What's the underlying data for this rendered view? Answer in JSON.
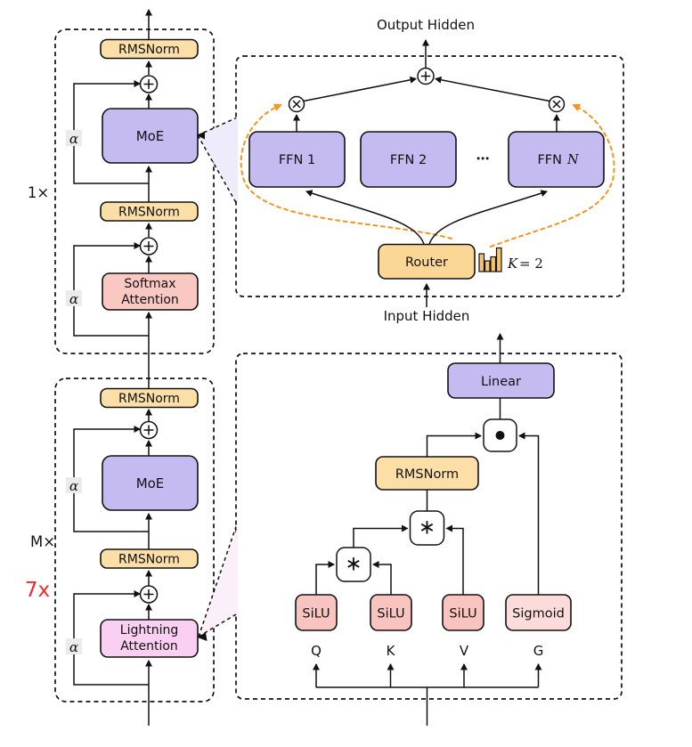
{
  "figure": {
    "output_hidden": "Output Hidden",
    "input_hidden": "Input Hidden"
  },
  "left_column": {
    "top_block": {
      "repeat": "1×",
      "norm_out": "RMSNorm",
      "moe": "MoE",
      "alpha_moe": "α",
      "norm_mid": "RMSNorm",
      "alpha_attn": "α",
      "attn_line1": "Softmax",
      "attn_line2": "Attention"
    },
    "bottom_block": {
      "repeat": "M×",
      "repeat_highlight": "7x",
      "norm_out": "RMSNorm",
      "moe": "MoE",
      "alpha_moe": "α",
      "norm_mid": "RMSNorm",
      "alpha_attn": "α",
      "attn_line1": "Lightning",
      "attn_line2": "Attention"
    }
  },
  "moe_panel": {
    "ffn1": "FFN 1",
    "ffn2": "FFN 2",
    "dots": "⋯",
    "ffn_n_prefix": "FFN",
    "ffn_n_var": "N",
    "router": "Router",
    "topk_var": "K",
    "topk_rest": "= 2"
  },
  "attention_panel": {
    "linear": "Linear",
    "norm": "RMSNorm",
    "mul_op": "∗",
    "silu": "SiLU",
    "sigmoid": "Sigmoid",
    "q": "Q",
    "k": "K",
    "v": "V",
    "g": "G"
  },
  "colors": {
    "block_bg": "#EBEBEB",
    "panel_moe": "#EEECFA",
    "panel_attention": "#FBEFF9",
    "purple_box": "#C6BBF1",
    "orange_box": "#FCDFA7",
    "router_box": "#FBD795",
    "salmon_box": "#F9C4BF",
    "softmax_pink": "#F9C8C3",
    "lightning_pink": "#F9CFF2",
    "sigmoid_pink": "#FBDCDA",
    "histogram_bar": "#F6C36F",
    "orange_dash": "#F7941D",
    "annotation_red": "#EE2B2C"
  }
}
